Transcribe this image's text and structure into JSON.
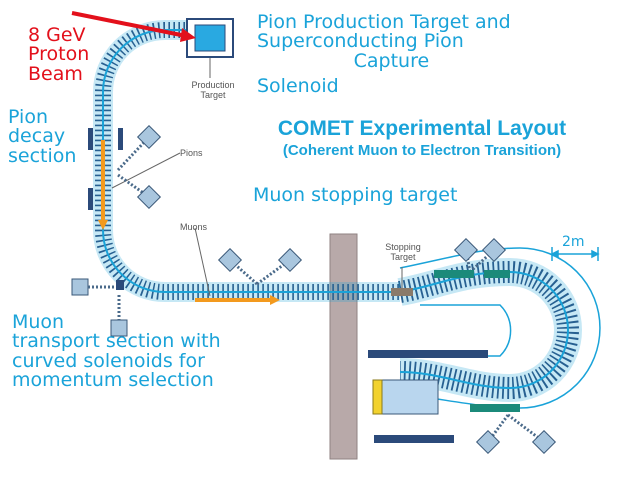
{
  "labels": {
    "proton_beam": "8 GeV\nProton\nBeam",
    "production_title": "Pion Production Target and\nSuperconducting Pion\n                Capture",
    "solenoid": "Solenoid",
    "pion_decay": "Pion\ndecay\nsection",
    "layout_title": "COMET Experimental Layout",
    "layout_subtitle": "(Coherent Muon to Electron Transition)",
    "muon_stopping": "Muon stopping target",
    "muon_transport": "Muon\ntransport section with\ncurved solenoids for\nmomentum selection",
    "production_target": "Production\nTarget",
    "pions": "Pions",
    "muons": "Muons",
    "stopping_target": "Stopping\nTarget",
    "scale": "2m"
  },
  "colors": {
    "accent_text": "#1aa3d9",
    "beam": "#e3101b",
    "solenoid_outline": "#1aa3d9",
    "coil": "#2b4a7a",
    "flow_arrow": "#f39a1e",
    "shield": "#b8a9a9",
    "detector_teal": "#1b8a7a",
    "calorimeter_yellow": "#f2d22e"
  }
}
